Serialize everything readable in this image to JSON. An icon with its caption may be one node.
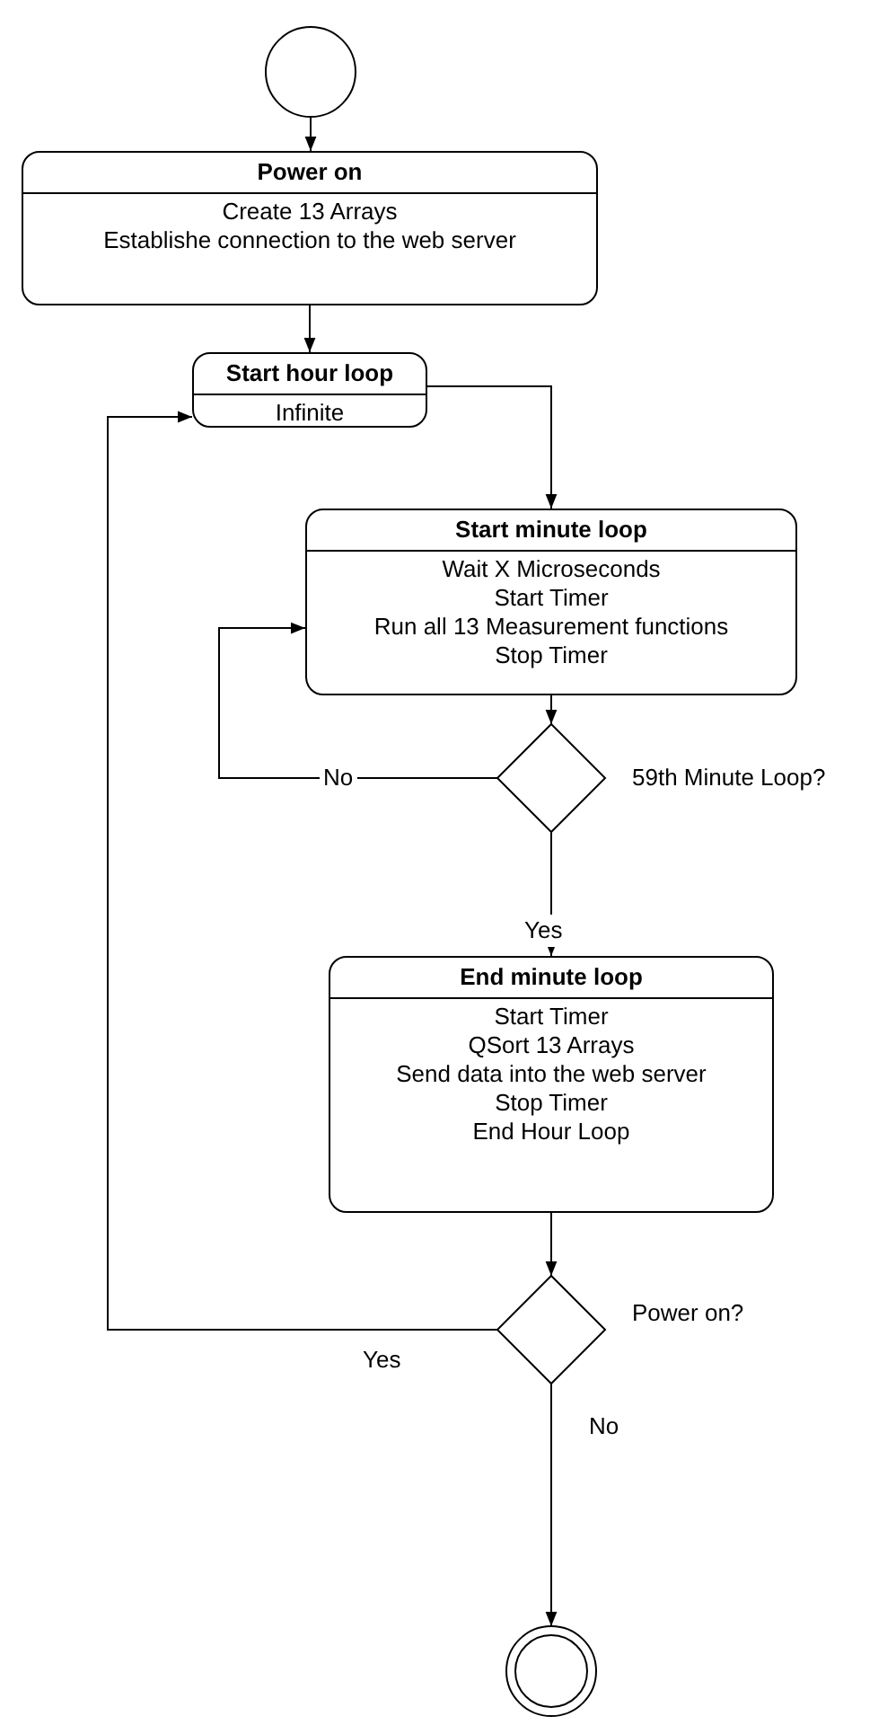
{
  "diagram": {
    "nodes": [
      {
        "text": [],
        "shape": "circle"
      },
      {
        "text": [
          "Power on",
          "Create 13 Arrays",
          "Establishe connection to the web server"
        ]
      },
      {
        "text": [
          "Start hour loop",
          "Infinite"
        ]
      },
      {
        "text": [
          "Start minute loop",
          "Wait X Microseconds",
          "Start Timer",
          "Run all 13 Measurement functions",
          "Stop Timer"
        ]
      },
      {
        "text": [],
        "shape": "diamond",
        "beside": [
          "59th Minute Loop?"
        ]
      },
      {
        "text": [
          "End minute loop",
          "Start Timer",
          "QSort 13 Arrays",
          "Send data into the web server",
          "Stop Timer",
          "End Hour Loop"
        ]
      },
      {
        "text": [],
        "shape": "diamond",
        "beside": [
          "Power on?"
        ]
      },
      {
        "text": [],
        "shape": "circle"
      }
    ],
    "edges": [
      {
        "from": 0,
        "to": 1,
        "arrow": "to"
      },
      {
        "from": 1,
        "to": 2,
        "arrow": "to"
      },
      {
        "from": 2,
        "to": 3,
        "arrow": "to"
      },
      {
        "from": 3,
        "to": 4,
        "arrow": "to"
      },
      {
        "from": 4,
        "to": 3,
        "arrow": "to",
        "label": "No"
      },
      {
        "from": 4,
        "to": 5,
        "arrow": "to",
        "label": "Yes"
      },
      {
        "from": 5,
        "to": 6,
        "arrow": "to"
      },
      {
        "from": 6,
        "to": 2,
        "arrow": "to",
        "label": "Yes"
      },
      {
        "from": 6,
        "to": 7,
        "arrow": "to",
        "label": "No"
      }
    ]
  }
}
